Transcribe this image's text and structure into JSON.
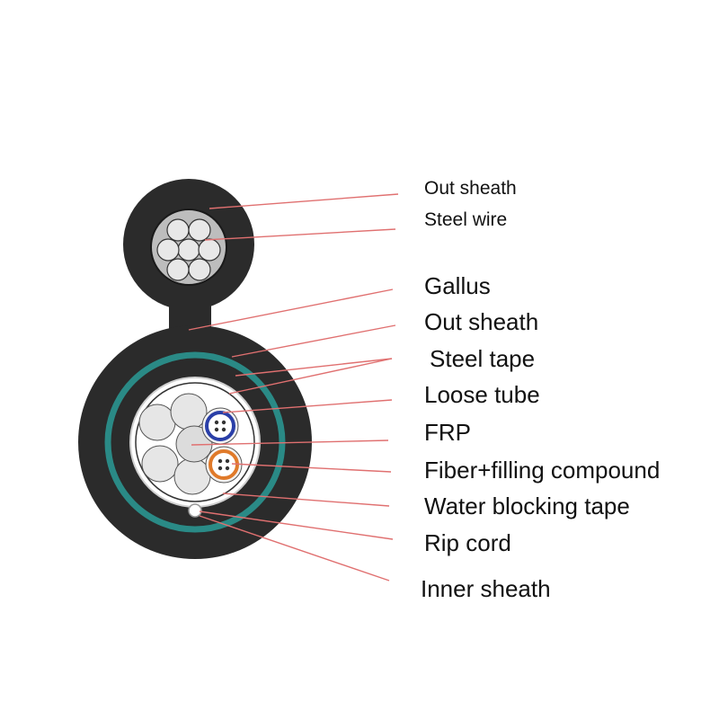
{
  "labels": {
    "out_sheath_top": "Out sheath",
    "steel_wire": "Steel wire",
    "gallus": "Gallus",
    "out_sheath": "Out sheath",
    "steel_tape": "Steel tape",
    "loose_tube": "Loose tube",
    "frp": "FRP",
    "fiber_filling": "Fiber+filling compound",
    "water_blocking": "Water blocking tape",
    "rip_cord": "Rip cord",
    "inner_sheath": "Inner sheath"
  },
  "colors": {
    "sheath": "#2b2b2b",
    "steel_tape": "#2a8a86",
    "leader_line": "#e07070",
    "element_fill": "#e6e6e6",
    "loose_tube_blue": "#2a3fa8",
    "loose_tube_orange": "#e07a2a"
  }
}
